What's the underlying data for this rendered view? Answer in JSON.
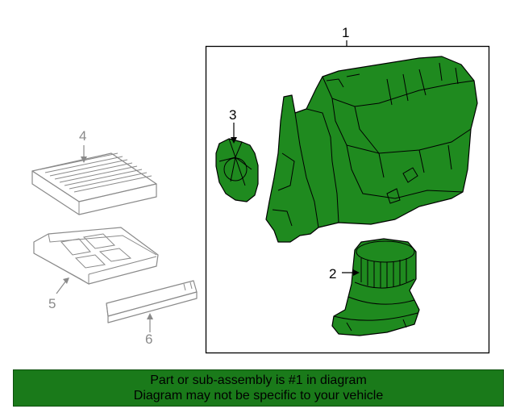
{
  "colors": {
    "highlight_part": "#1f8a1f",
    "banner_background": "#1a7a1a",
    "callout_dark": "#000000",
    "callout_grey": "#8a8a8a"
  },
  "diagram": {
    "callouts": [
      {
        "id": "1",
        "label": "1",
        "highlighted": true
      },
      {
        "id": "2",
        "label": "2",
        "highlighted": true
      },
      {
        "id": "3",
        "label": "3",
        "highlighted": true
      },
      {
        "id": "4",
        "label": "4",
        "highlighted": false
      },
      {
        "id": "5",
        "label": "5",
        "highlighted": false
      },
      {
        "id": "6",
        "label": "6",
        "highlighted": false
      }
    ]
  },
  "banner": {
    "line1": "Part or sub-assembly is #1 in diagram",
    "line2": "Diagram may not be specific to your vehicle"
  }
}
